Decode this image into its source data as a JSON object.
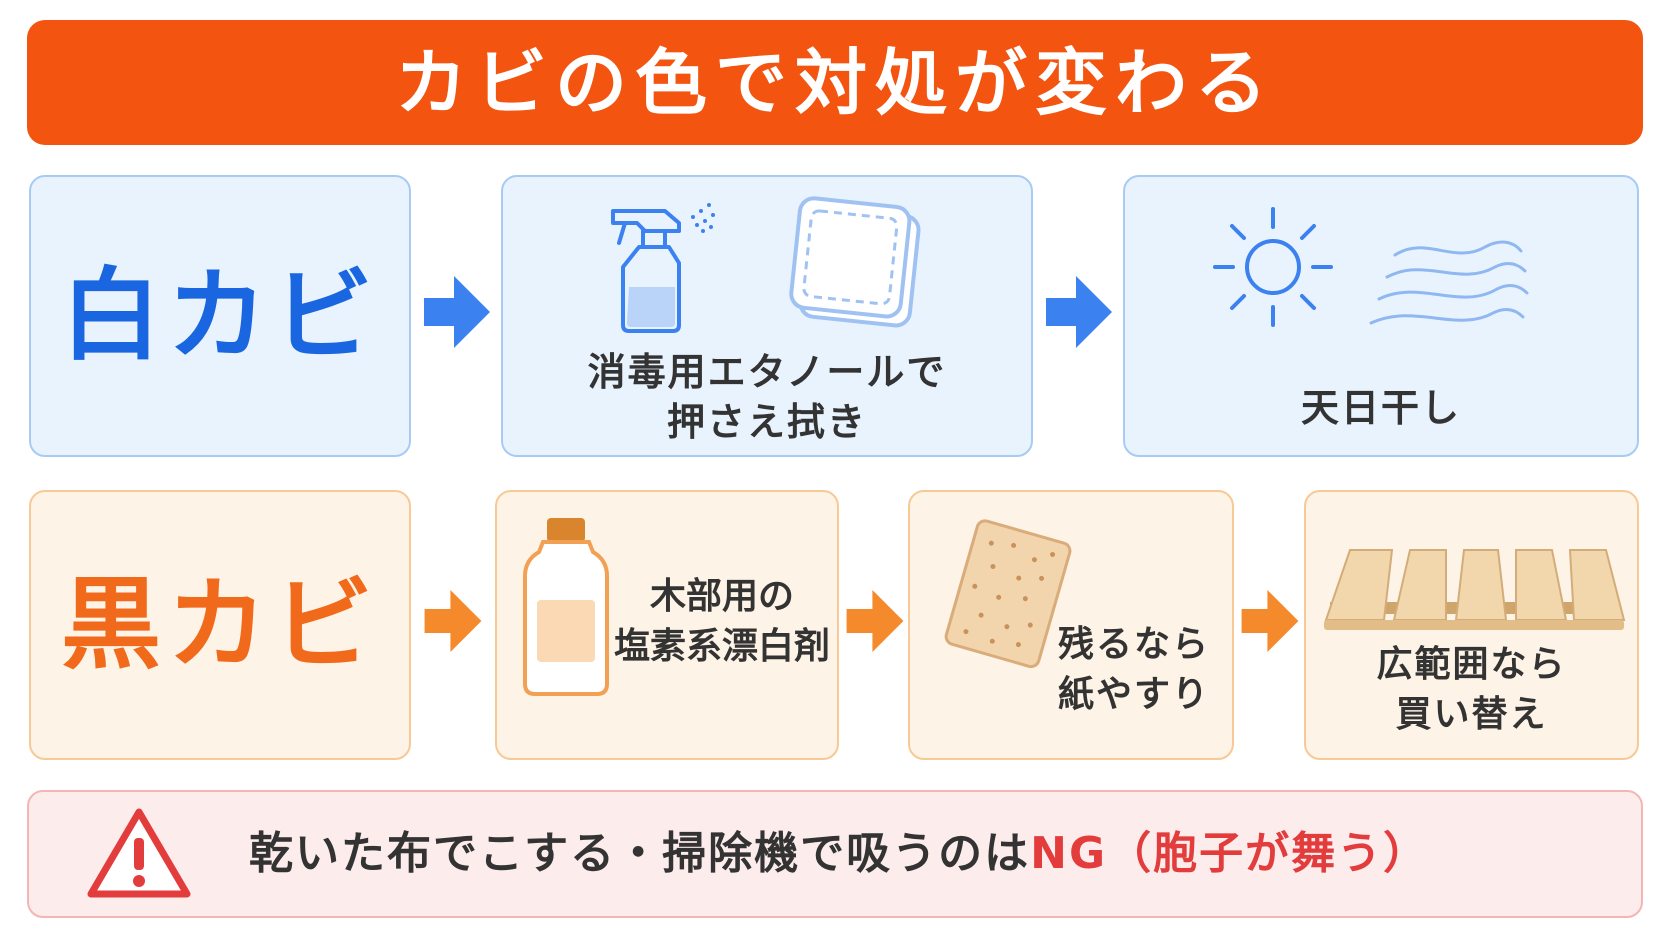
{
  "title": "カビの色で対処が変わる",
  "white_row": {
    "label": "白カビ",
    "steps": [
      {
        "text_lines": [
          "消毒用エタノールで",
          "押さえ拭き"
        ],
        "icons": [
          "spray-bottle-icon",
          "cloth-icon"
        ]
      },
      {
        "text_lines": [
          "天日干し"
        ],
        "icons": [
          "sun-icon",
          "wind-icon"
        ]
      }
    ]
  },
  "black_row": {
    "label": "黒カビ",
    "steps": [
      {
        "text_lines": [
          "木部用の",
          "塩素系漂白剤"
        ],
        "icons": [
          "bleach-bottle-icon"
        ]
      },
      {
        "text_lines": [
          "残るなら",
          "紙やすり"
        ],
        "icons": [
          "sandpaper-icon"
        ]
      },
      {
        "text_lines": [
          "広範囲なら",
          "買い替え"
        ],
        "icons": [
          "bath-mat-icon"
        ]
      }
    ]
  },
  "warning": {
    "icon": "warning-triangle-icon",
    "text_before": "乾いた布でこする・掃除機で吸うのは",
    "text_emphasis": "NG（胞子が舞う）"
  },
  "colors": {
    "banner": "#f35410",
    "white_accent": "#1a66e0",
    "black_accent": "#f16a1c",
    "warning_accent": "#e23c3c"
  }
}
